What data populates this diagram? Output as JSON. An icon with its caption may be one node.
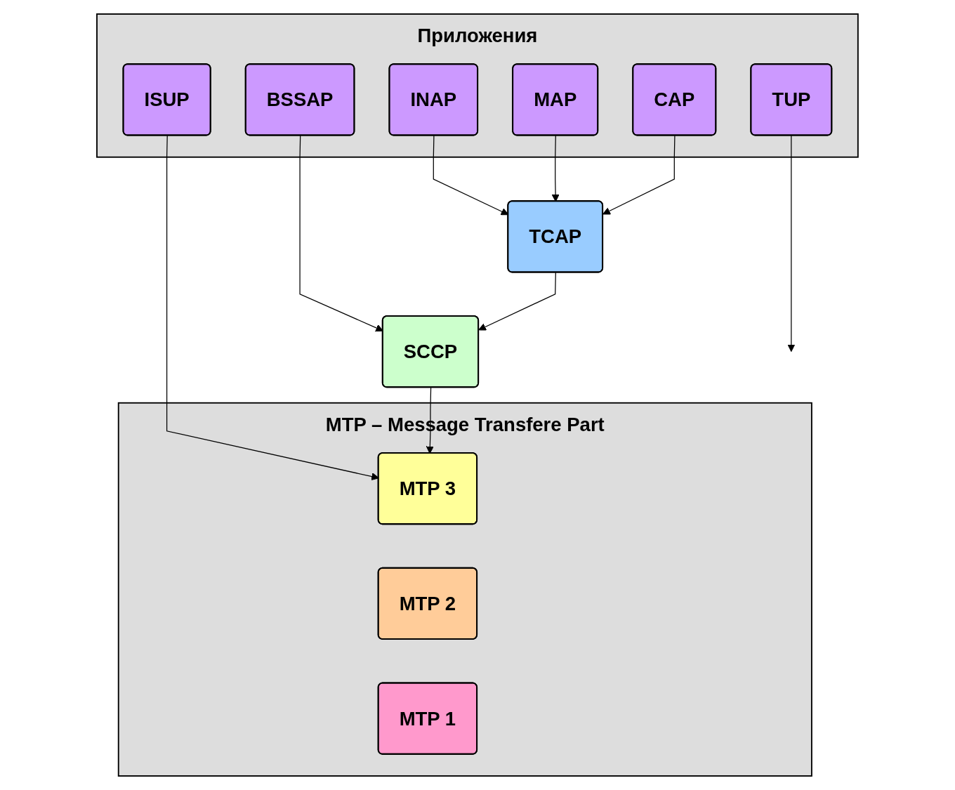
{
  "diagram": {
    "nodes": [
      {
        "text": [
          "Приложения"
        ]
      },
      {
        "text": [
          "TUP"
        ],
        "in": 0
      },
      {
        "text": [
          "ISUP"
        ],
        "in": 0
      },
      {
        "text": [
          "BSSAP"
        ],
        "in": 0
      },
      {
        "text": [
          "INAP"
        ],
        "in": 0
      },
      {
        "text": [
          "MAP"
        ],
        "in": 0
      },
      {
        "text": [
          "CAP"
        ],
        "in": 0
      },
      {
        "text": [
          "TCAP"
        ]
      },
      {
        "text": [
          "SCCP"
        ]
      },
      {
        "text": [
          "MTP – Message Transfere Part"
        ]
      },
      {
        "text": [
          "MTP 3"
        ],
        "in": 9
      },
      {
        "text": [
          "MTP 2"
        ],
        "in": 9
      },
      {
        "text": [
          "MTP 1"
        ],
        "in": 9
      }
    ],
    "edges": [
      {
        "from": 1,
        "to": 9,
        "arrow": "to"
      },
      {
        "from": 2,
        "to": 10,
        "arrow": "to"
      },
      {
        "from": 3,
        "to": 8,
        "arrow": "to"
      },
      {
        "from": 4,
        "to": 7,
        "arrow": "to"
      },
      {
        "from": 5,
        "to": 7,
        "arrow": "to"
      },
      {
        "from": 6,
        "to": 7,
        "arrow": "to"
      },
      {
        "from": 7,
        "to": 8,
        "arrow": "to"
      },
      {
        "from": 8,
        "to": 10,
        "arrow": "to"
      }
    ]
  }
}
